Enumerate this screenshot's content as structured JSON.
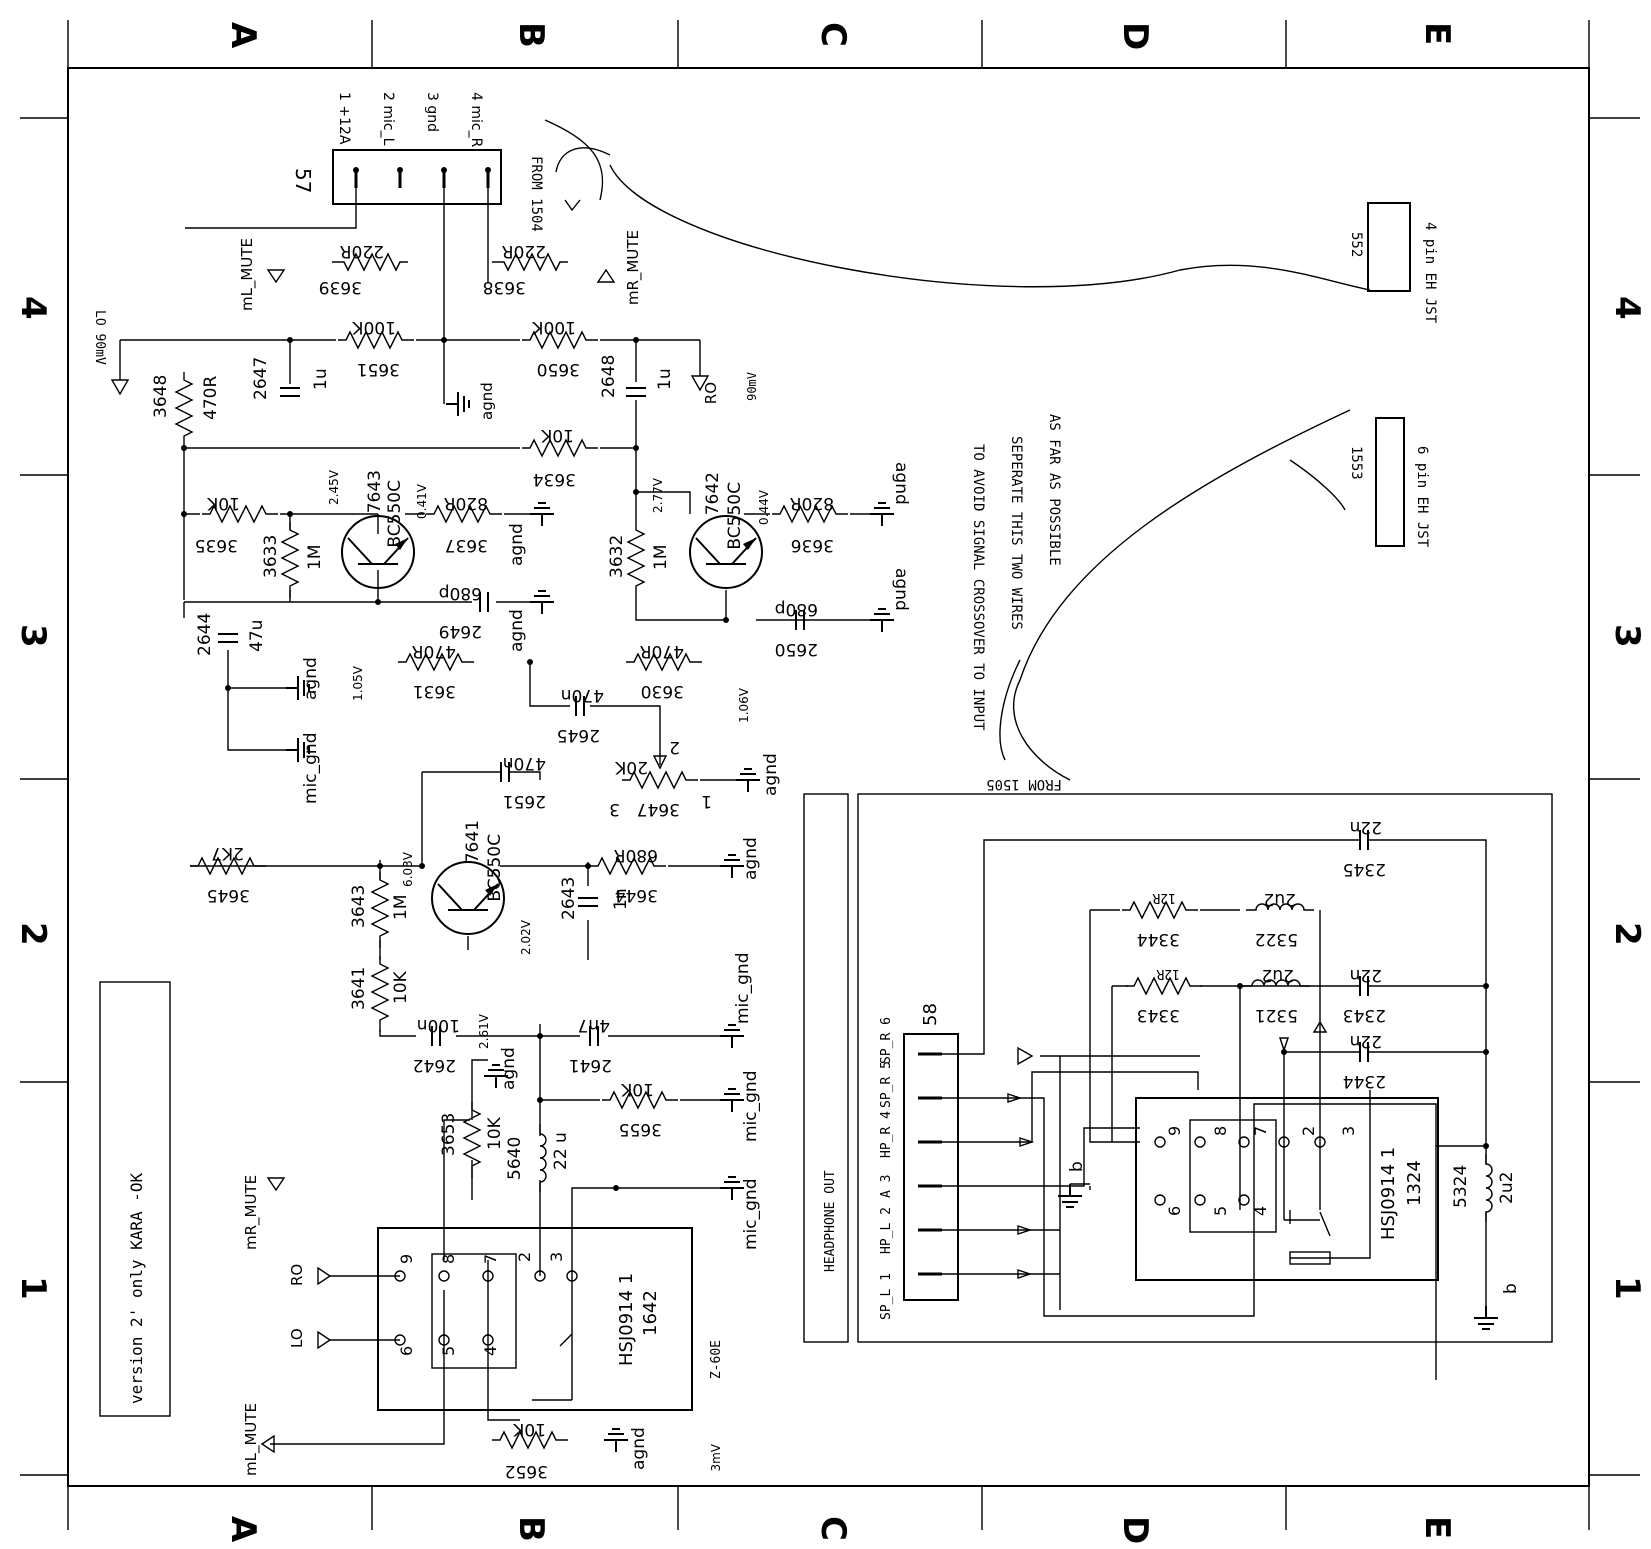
{
  "frame": {
    "cols": [
      "A",
      "B",
      "C",
      "D",
      "E"
    ],
    "rows": [
      "4",
      "3",
      "2",
      "1"
    ]
  },
  "cn57": {
    "ref": "57",
    "pins": [
      "1 +12A",
      "2 mic_L",
      "3 gnd",
      "4 mic_R"
    ],
    "note": "FROM 1504"
  },
  "cn58": {
    "ref": "58",
    "title": "HEADPHONE OUT",
    "pins": [
      "SP_L 1",
      "HP_L 2",
      "A 3",
      "HP_R 4",
      "SP_R 5",
      "SP_R 6"
    ]
  },
  "sig": {
    "ml_mute": "mL_MUTE",
    "mr_mute": "mR_MUTE",
    "lo": "LO 90mV",
    "ro": "RO",
    "ro_level": "90mV",
    "agnd": "agnd",
    "mic_gnd": "mic_gnd",
    "b": "b",
    "lo_short": "LO",
    "ro_short": "RO",
    "v1": "3mV"
  },
  "r": {
    "r3639": [
      "3639",
      "220R"
    ],
    "r3638": [
      "3638",
      "220R"
    ],
    "r3651": [
      "3651",
      "100K"
    ],
    "r3650": [
      "3650",
      "100K"
    ],
    "r3648": [
      "3648",
      "470R"
    ],
    "r3634": [
      "3634",
      "10K"
    ],
    "r3635": [
      "3635",
      "10K"
    ],
    "r3637": [
      "3637",
      "820R"
    ],
    "r3636": [
      "3636",
      "820R"
    ],
    "r3633": [
      "3633",
      "1M"
    ],
    "r3632": [
      "3632",
      "1M"
    ],
    "r3631": [
      "3631",
      "470R"
    ],
    "r3630": [
      "3630",
      "470R"
    ],
    "r3647": [
      "3647",
      "20K"
    ],
    "r3645": [
      "3645",
      "2K7"
    ],
    "r3644": [
      "3644",
      "680R"
    ],
    "r3643": [
      "3643",
      "1M"
    ],
    "r3641": [
      "3641",
      "10K"
    ],
    "r3655": [
      "3655",
      "10K"
    ],
    "r3653": [
      "3653",
      "10K"
    ],
    "r3652": [
      "3652",
      "10K"
    ],
    "r3344": [
      "3344",
      "12R"
    ],
    "r3343": [
      "3343",
      "12R"
    ]
  },
  "c": {
    "c2647": [
      "2647",
      "1u"
    ],
    "c2648": [
      "2648",
      "1u"
    ],
    "c2649": [
      "2649",
      "680p"
    ],
    "c2650": [
      "2650",
      "680p"
    ],
    "c2644": [
      "2644",
      "47u"
    ],
    "c2645": [
      "2645",
      "470n"
    ],
    "c2651": [
      "2651",
      "470n"
    ],
    "c2643": [
      "2643",
      "1n"
    ],
    "c2642": [
      "2642",
      "100n"
    ],
    "c2641": [
      "2641",
      "4n7"
    ],
    "c2345": [
      "2345",
      "22n"
    ],
    "c2343": [
      "2343",
      "22n"
    ],
    "c2344": [
      "2344",
      "22n"
    ]
  },
  "l": {
    "l5640": [
      "5640",
      "22 u"
    ],
    "l5322": [
      "5322",
      "2u2"
    ],
    "l5321": [
      "5321",
      "2u2"
    ],
    "l5324": [
      "5324",
      "2u2"
    ]
  },
  "q": {
    "q7643": [
      "7643",
      "BC550C"
    ],
    "q7642": [
      "7642",
      "BC550C"
    ],
    "q7641": [
      "7641",
      "BC550C"
    ]
  },
  "v": {
    "v1": "2.45V",
    "v2": "0.41V",
    "v3": "1.05V",
    "v4": "2.77V",
    "v5": "0.44V",
    "v6": "1.06V",
    "v7": "6.03V",
    "v8": "2.02V",
    "v9": "2.61V"
  },
  "jack1642": {
    "part": "HSJ0914 1",
    "ref": "1642",
    "pins": [
      "2",
      "3",
      "4",
      "5",
      "6",
      "7",
      "8",
      "9"
    ],
    "tag": "Z-60E"
  },
  "jack1324": {
    "part": "HSJ0914 1",
    "ref": "1324",
    "pins": [
      "2",
      "3",
      "4",
      "5",
      "6",
      "7",
      "8",
      "9"
    ]
  },
  "pins": {
    "p1": "1",
    "p2": "2",
    "p3": "3"
  },
  "cable552": {
    "ref": "552",
    "desc": "4 pin EH JST"
  },
  "cable553": {
    "ref": "1553",
    "desc": "6 pin EH JST"
  },
  "notes": {
    "n1": "TO AVOID SIGNAL CROSSOVER TO INPUT",
    "n2": "SEPERATE THIS TWO WIRES",
    "n3": "AS FAR AS POSSIBLE",
    "from1505": "FROM 1505",
    "version": "version 2' only KARA -OK"
  }
}
